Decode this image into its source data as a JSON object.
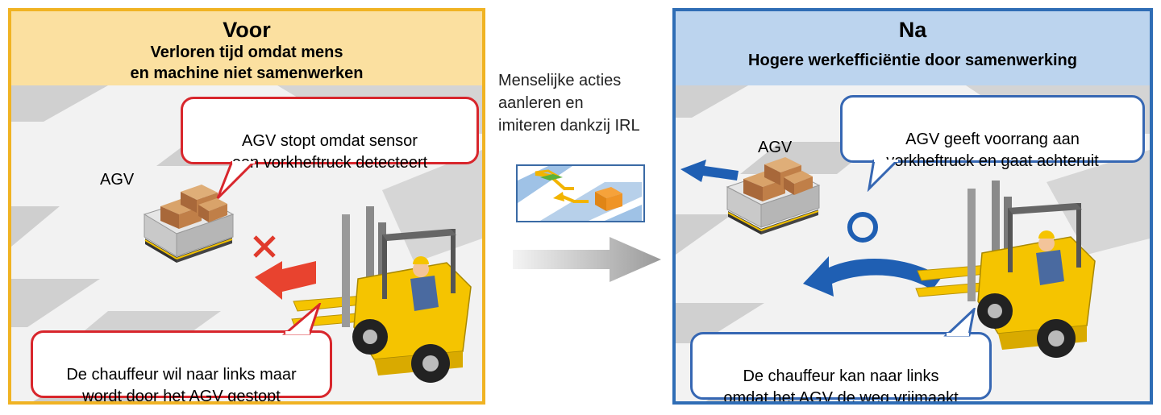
{
  "before": {
    "title": "Voor",
    "subtitle": "Verloren tijd omdat mens\nen machine niet samenwerken",
    "bubble_top": "AGV stopt omdat sensor\neen vorkheftruck detecteert",
    "agv_label": "AGV",
    "bubble_bottom": "De chauffeur wil naar links maar\nwordt door het AGV gestopt",
    "x_icon": "cross-icon",
    "border_color": "#f0b323",
    "header_color": "#fbe0a0",
    "bubble_border_color": "#d8262c"
  },
  "middle": {
    "caption": "Menselijke acties\naanleren en\nimiteren dankzij IRL",
    "icon": "learning-path-icon",
    "arrow_icon": "right-arrow-icon"
  },
  "after": {
    "title": "Na",
    "subtitle": "Hogere werkefficiëntie door samenwerking",
    "bubble_top": "AGV geeft voorrang aan\nvorkheftruck en gaat achteruit",
    "agv_label": "AGV",
    "bubble_bottom": "De chauffeur kan naar links\nomdat het AGV de weg vrijmaakt",
    "ok_icon": "circle-ok-icon",
    "border_color": "#2f6db5",
    "header_color": "#bcd4ee",
    "bubble_border_color": "#3667b3"
  }
}
